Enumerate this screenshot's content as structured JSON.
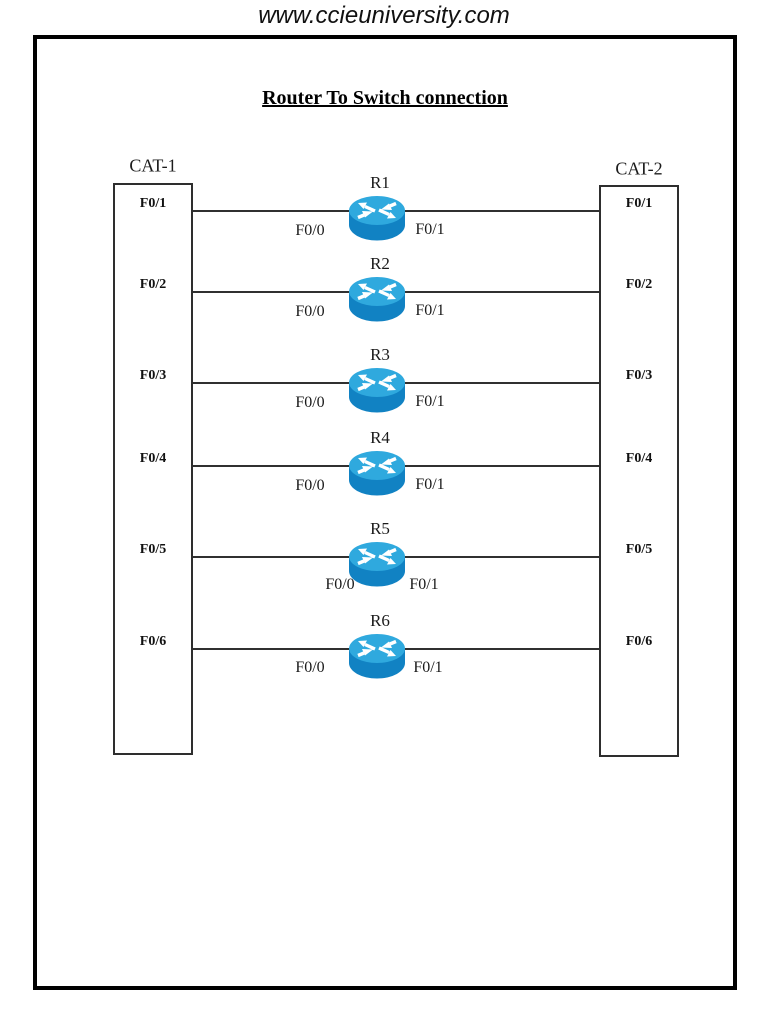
{
  "header": {
    "url": "www.ccieuniversity.com"
  },
  "diagram": {
    "title": "Router To Switch connection",
    "switches": [
      {
        "name": "CAT-1",
        "ports": [
          "F0/1",
          "F0/2",
          "F0/3",
          "F0/4",
          "F0/5",
          "F0/6"
        ]
      },
      {
        "name": "CAT-2",
        "ports": [
          "F0/1",
          "F0/2",
          "F0/3",
          "F0/4",
          "F0/5",
          "F0/6"
        ]
      }
    ],
    "routers": [
      {
        "name": "R1",
        "left_if": "F0/0",
        "right_if": "F0/1"
      },
      {
        "name": "R2",
        "left_if": "F0/0",
        "right_if": "F0/1"
      },
      {
        "name": "R3",
        "left_if": "F0/0",
        "right_if": "F0/1"
      },
      {
        "name": "R4",
        "left_if": "F0/0",
        "right_if": "F0/1"
      },
      {
        "name": "R5",
        "left_if": "F0/0",
        "right_if": "F0/1"
      },
      {
        "name": "R6",
        "left_if": "F0/0",
        "right_if": "F0/1"
      }
    ],
    "colors": {
      "router_top": "#2FA9DE",
      "router_body": "#1182C3",
      "link_line": "#303030"
    }
  }
}
